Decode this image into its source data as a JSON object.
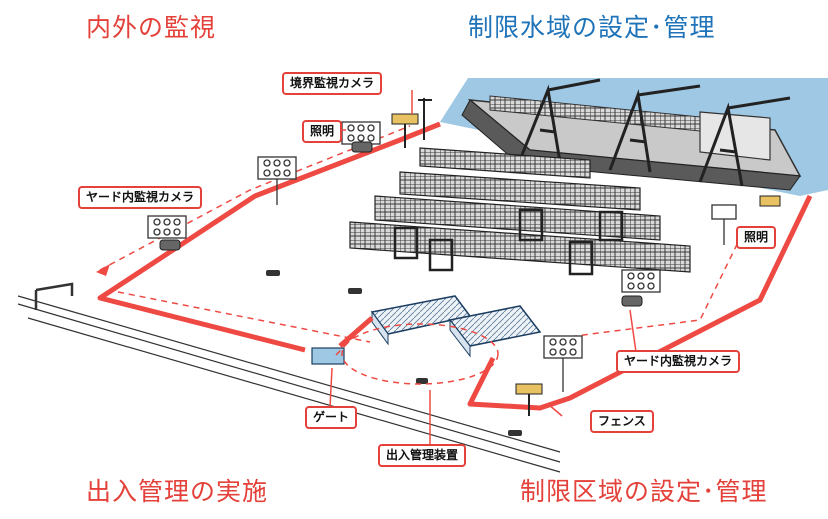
{
  "colors": {
    "red_heading": "#e4413a",
    "blue_heading": "#1f73b8",
    "fence": "#ee4a43",
    "water": "#9ec8e4"
  },
  "headings": {
    "top_left": "内外の監視",
    "top_right": "制限水域の設定･管理",
    "bottom_left": "出入管理の実施",
    "bottom_right": "制限区域の設定･管理"
  },
  "labels": {
    "boundary_camera": "境界監視カメラ",
    "lighting_top": "照明",
    "yard_camera_left": "ヤード内監視カメラ",
    "lighting_right": "照明",
    "yard_camera_right": "ヤード内監視カメラ",
    "gate": "ゲート",
    "fence": "フェンス",
    "access_device": "出入管理装置"
  }
}
